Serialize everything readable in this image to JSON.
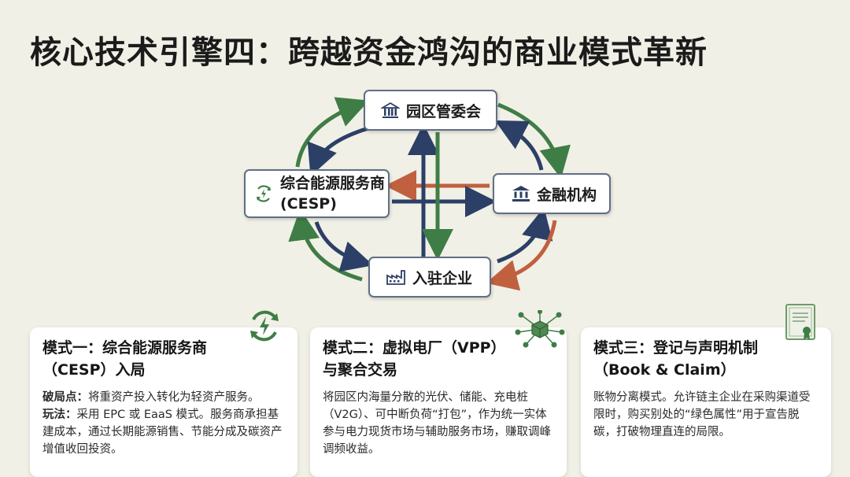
{
  "title": "核心技术引擎四：跨越资金鸿沟的商业模式革新",
  "nodes": {
    "park": "园区管委会",
    "finance": "金融机构",
    "enterprise": "入驻企业",
    "cesp_line1": "综合能源服务商",
    "cesp_line2": "(CESP)"
  },
  "colors": {
    "green": "#3f7d46",
    "navy": "#2c3f66",
    "red": "#c0603f",
    "node_border": "#5f6f85"
  },
  "cards": [
    {
      "title_line1": "模式一：综合能源服务商",
      "title_line2": "（CESP）入局",
      "p1_label": "破局点：",
      "p1_text": "将重资产投入转化为轻资产服务。",
      "p2_label": "玩法：",
      "p2_text": "采用 EPC 或 EaaS 模式。服务商承担基建成本，通过长期能源销售、节能分成及碳资产增值收回投资。",
      "icon": "recycle-energy-icon"
    },
    {
      "title_line1": "模式二：虚拟电厂（VPP）",
      "title_line2": "与聚合交易",
      "text": "将园区内海量分散的光伏、储能、充电桩（V2G）、可中断负荷“打包”，作为统一实体参与电力现货市场与辅助服务市场，赚取调峰调频收益。",
      "icon": "network-cube-icon"
    },
    {
      "title_line1": "模式三：登记与声明机制",
      "title_line2": "（Book & Claim）",
      "text": "账物分离模式。允许链主企业在采购渠道受限时，购买别处的“绿色属性”用于宣告脱碳，打破物理直连的局限。",
      "icon": "certificate-icon"
    }
  ]
}
